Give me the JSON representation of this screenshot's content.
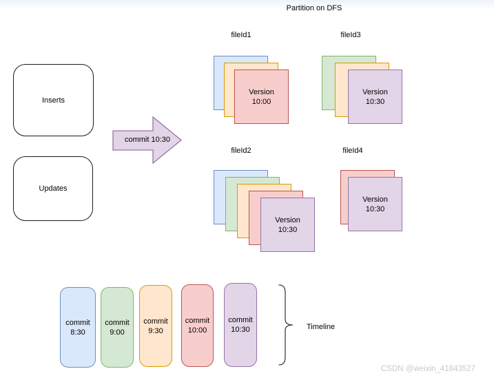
{
  "title": "Partition on DFS",
  "watermark": "CSDN @weixin_41843527",
  "palette": {
    "blue": {
      "fill": "#dae8fc",
      "stroke": "#6c8ebf"
    },
    "green": {
      "fill": "#d5e8d4",
      "stroke": "#82b366"
    },
    "orange": {
      "fill": "#ffe6cc",
      "stroke": "#d79b00"
    },
    "red": {
      "fill": "#f8cecc",
      "stroke": "#b85450"
    },
    "purple": {
      "fill": "#e1d5e7",
      "stroke": "#9673a6"
    }
  },
  "sources": {
    "inserts_label": "Inserts",
    "updates_label": "Updates"
  },
  "commit_arrow": {
    "label": "commit 10:30",
    "color": "purple"
  },
  "file_groups": [
    {
      "id": "fileId1",
      "layers": [
        "blue",
        "orange",
        "red"
      ],
      "version_word": "Version",
      "version_time": "10:00"
    },
    {
      "id": "fileId3",
      "layers": [
        "green",
        "orange",
        "purple"
      ],
      "version_word": "Version",
      "version_time": "10:30"
    },
    {
      "id": "fileId2",
      "layers": [
        "blue",
        "green",
        "orange",
        "red",
        "purple"
      ],
      "version_word": "Version",
      "version_time": "10:30"
    },
    {
      "id": "fileId4",
      "layers": [
        "red",
        "purple"
      ],
      "version_word": "Version",
      "version_time": "10:30"
    }
  ],
  "timeline": {
    "label": "Timeline",
    "commits": [
      {
        "word": "commit",
        "time": "8:30",
        "color": "blue"
      },
      {
        "word": "commit",
        "time": "9:00",
        "color": "green"
      },
      {
        "word": "commit",
        "time": "9:30",
        "color": "orange"
      },
      {
        "word": "commit",
        "time": "10:00",
        "color": "red"
      },
      {
        "word": "commit",
        "time": "10:30",
        "color": "purple"
      }
    ]
  }
}
